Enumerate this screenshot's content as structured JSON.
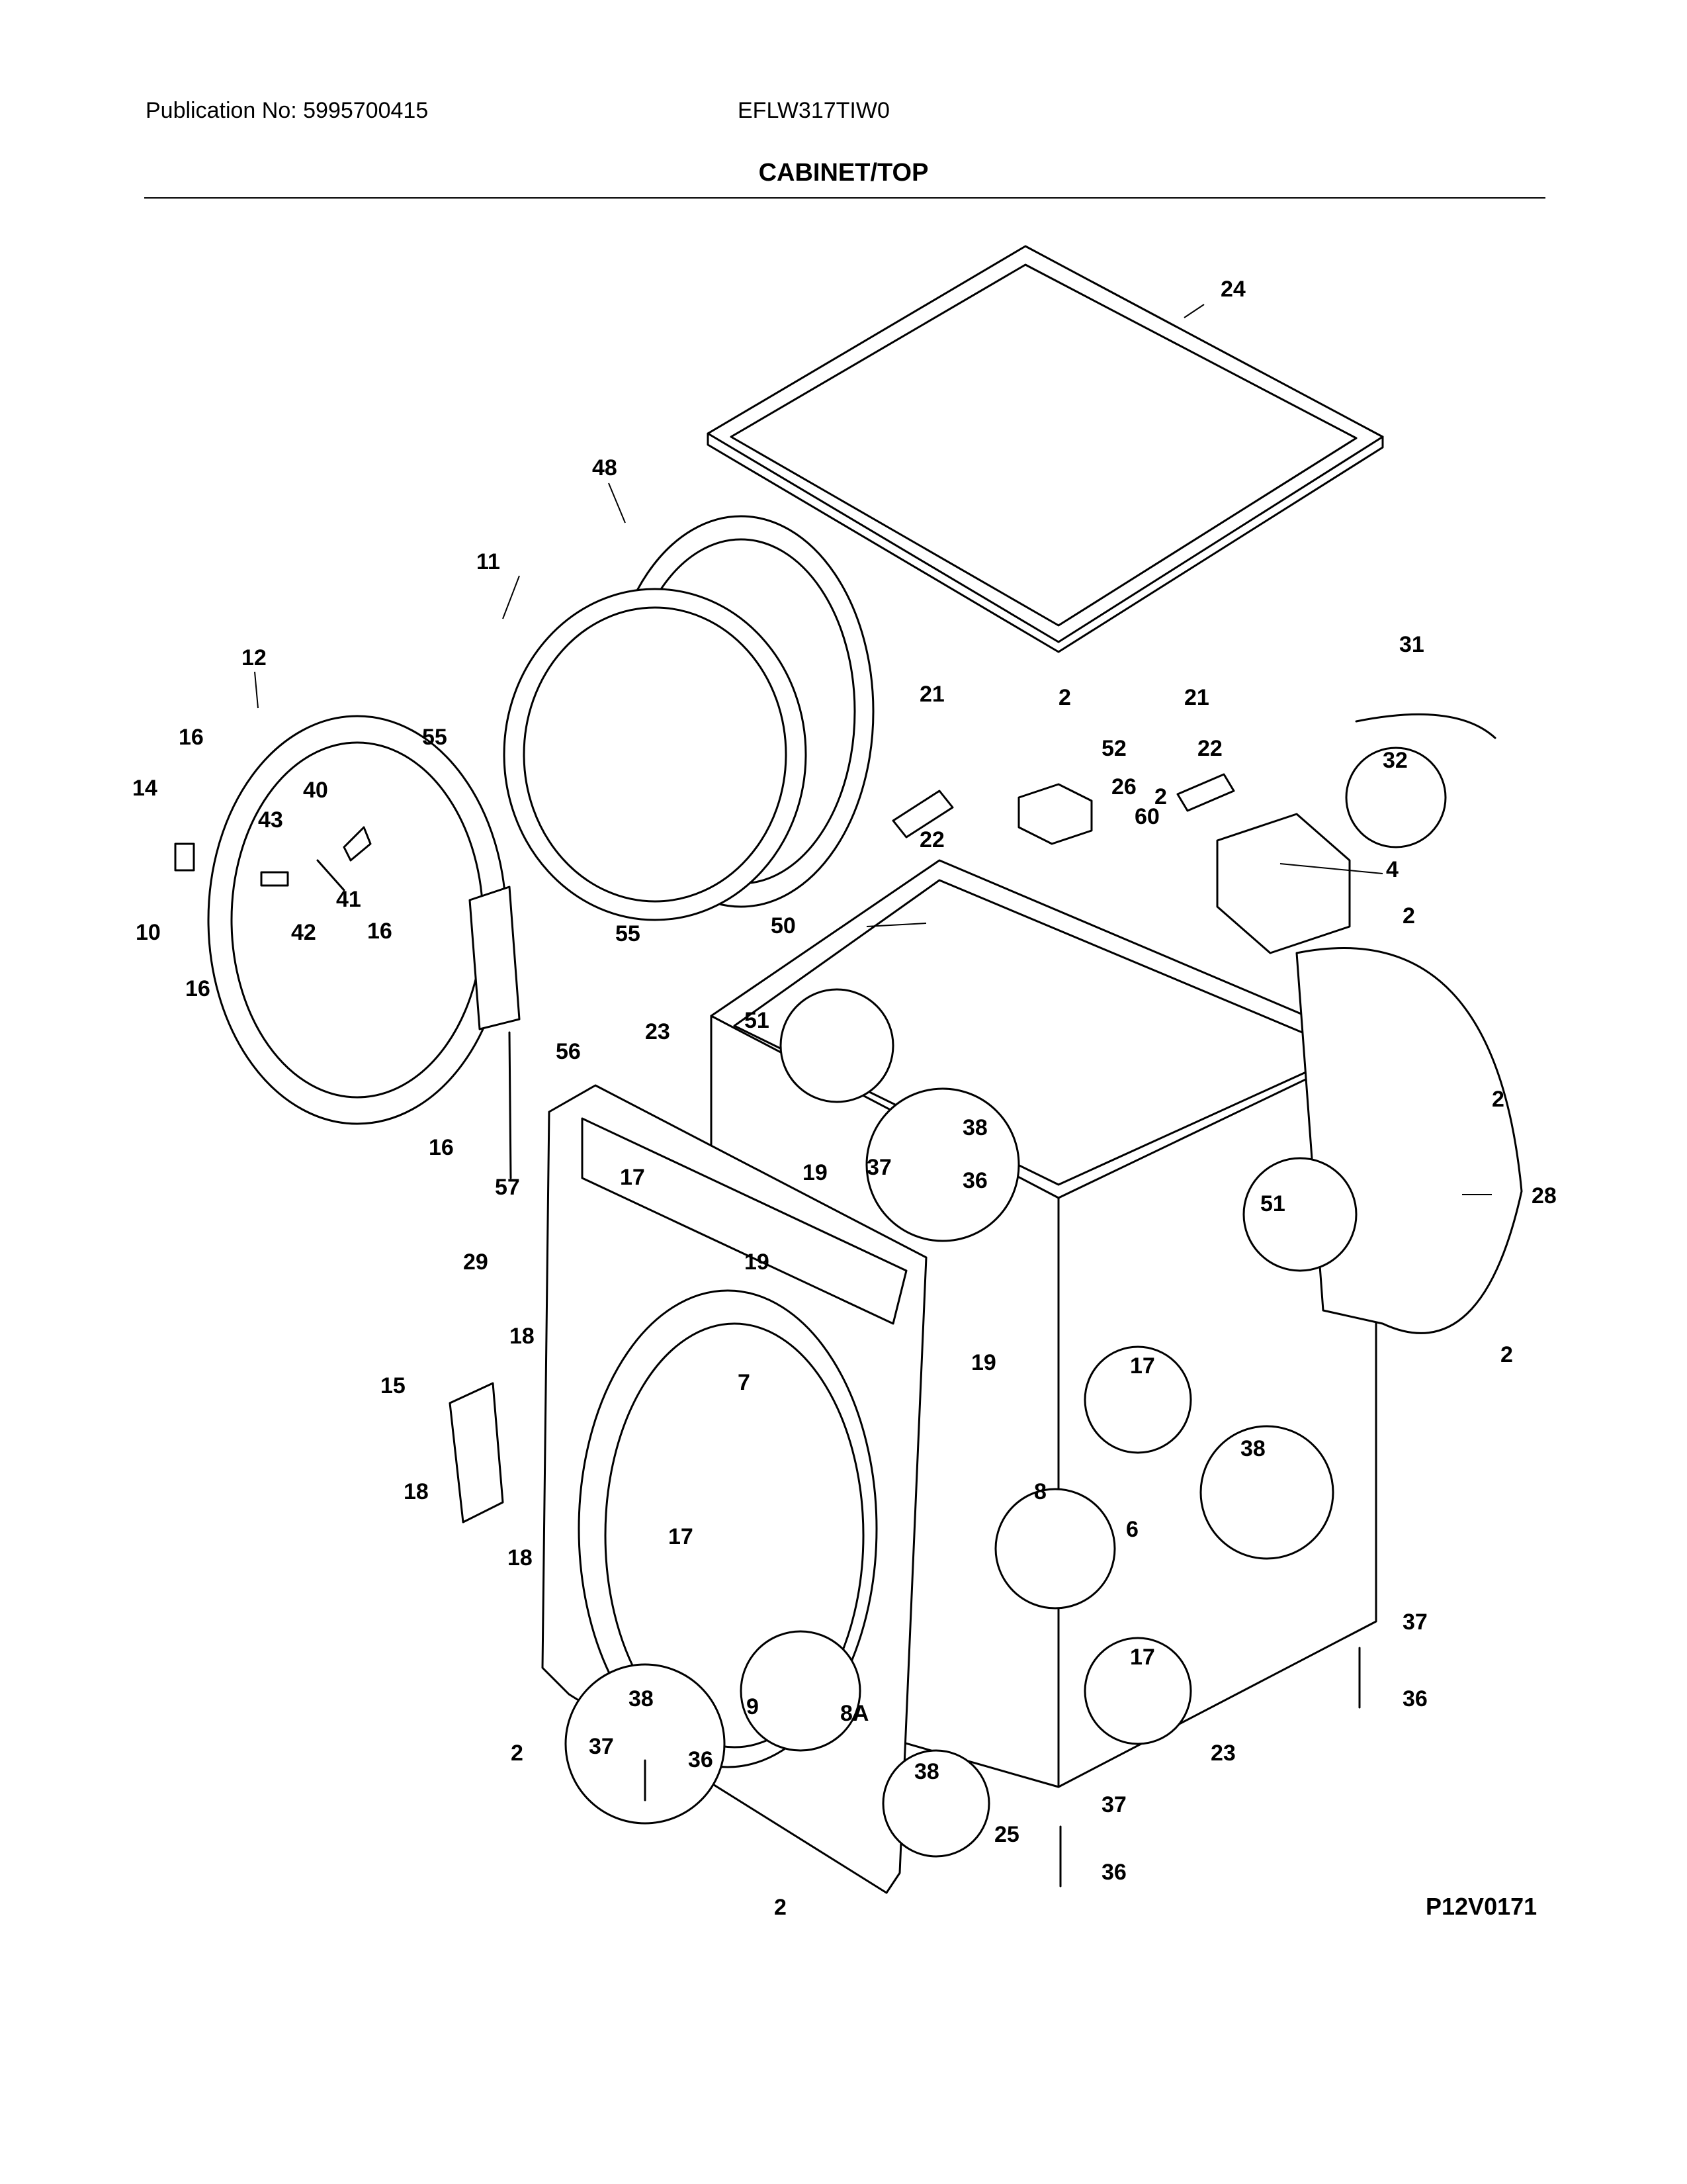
{
  "header": {
    "publication": "Publication No: 5995700415",
    "model": "EFLW317TIW0",
    "section_title": "CABINET/TOP"
  },
  "figure_id": "P12V0171",
  "callouts": [
    "24",
    "48",
    "11",
    "12",
    "16",
    "55",
    "14",
    "40",
    "43",
    "41",
    "42",
    "10",
    "16",
    "16",
    "55",
    "56",
    "16",
    "57",
    "21",
    "22",
    "2",
    "52",
    "26",
    "60",
    "21",
    "22",
    "2",
    "31",
    "32",
    "4",
    "2",
    "50",
    "51",
    "23",
    "38",
    "37",
    "36",
    "19",
    "17",
    "29",
    "19",
    "19",
    "51",
    "28",
    "2",
    "2",
    "18",
    "15",
    "18",
    "18",
    "7",
    "17",
    "17",
    "38",
    "8",
    "6",
    "17",
    "37",
    "36",
    "9",
    "8A",
    "38",
    "37",
    "36",
    "2",
    "38",
    "25",
    "37",
    "36",
    "23",
    "2"
  ]
}
